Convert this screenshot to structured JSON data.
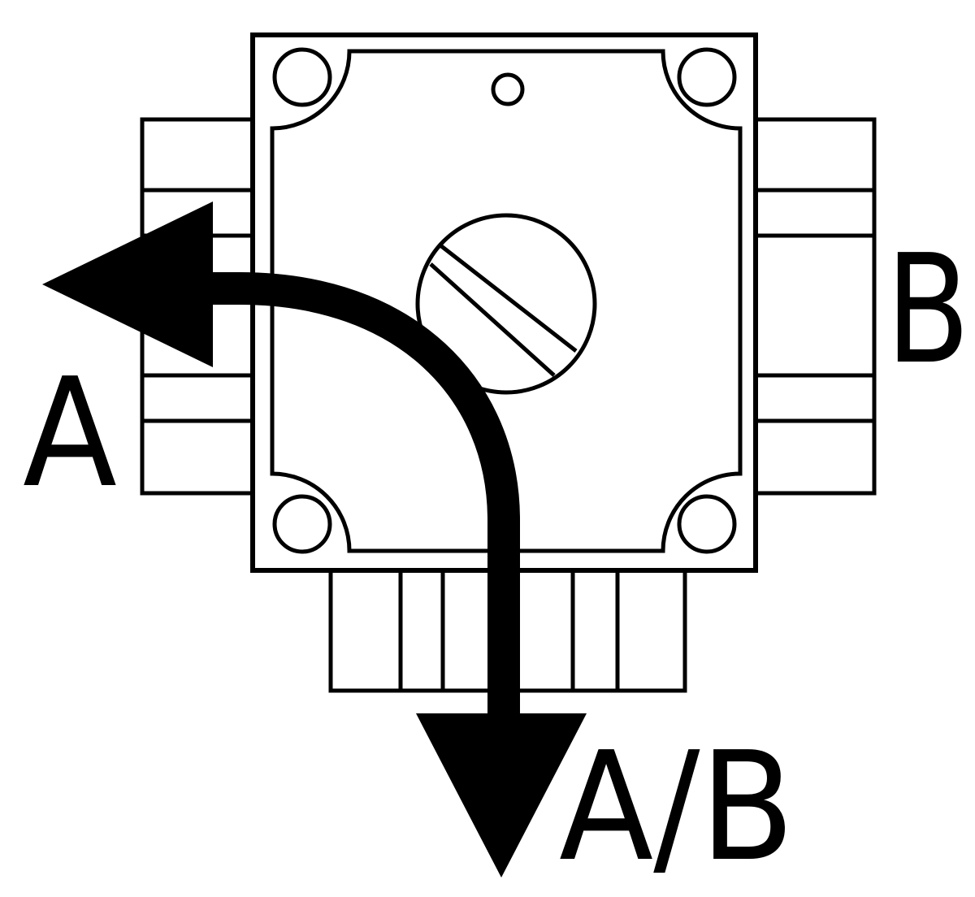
{
  "diagram": {
    "type": "three-way valve flow diagram",
    "colors": {
      "line": "#000000",
      "background": "#ffffff",
      "flow_arrow": "#000000"
    },
    "ports": {
      "a_label": "A",
      "b_label": "B",
      "ab_label": "A/B"
    },
    "flow": {
      "from": "A/B",
      "to": "A",
      "icon": "curved-arrow"
    }
  }
}
